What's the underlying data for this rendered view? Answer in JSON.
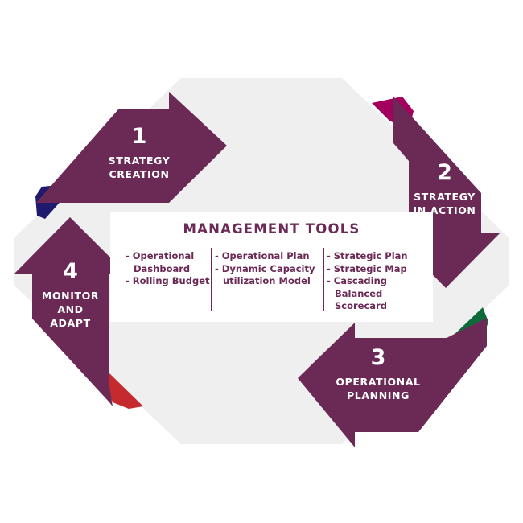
{
  "colors": {
    "arrow": "#6b2a56",
    "background_octagon": "#efefef",
    "accent_navy": "#1f1a6e",
    "accent_magenta": "#a3005e",
    "accent_green": "#0d6b3a",
    "accent_red": "#c42a2e",
    "text_on_box": "#6b2a56"
  },
  "steps": [
    {
      "number": "1",
      "label_lines": [
        "STRATEGY",
        "CREATION"
      ]
    },
    {
      "number": "2",
      "label_lines": [
        "STRATEGY",
        "IN ACTION"
      ]
    },
    {
      "number": "3",
      "label_lines": [
        "OPERATIONAL",
        "PLANNING"
      ]
    },
    {
      "number": "4",
      "label_lines": [
        "MONITOR",
        "AND",
        "ADAPT"
      ]
    }
  ],
  "management_tools": {
    "title": "MANAGEMENT TOOLS",
    "columns": [
      [
        "- Operational",
        "Dashboard",
        "- Rolling Budget"
      ],
      [
        "- Operational Plan",
        "- Dynamic Capacity",
        "utilization Model"
      ],
      [
        "- Strategic Plan",
        "- Strategic Map",
        "- Cascading",
        "Balanced",
        "Scorecard"
      ]
    ]
  }
}
